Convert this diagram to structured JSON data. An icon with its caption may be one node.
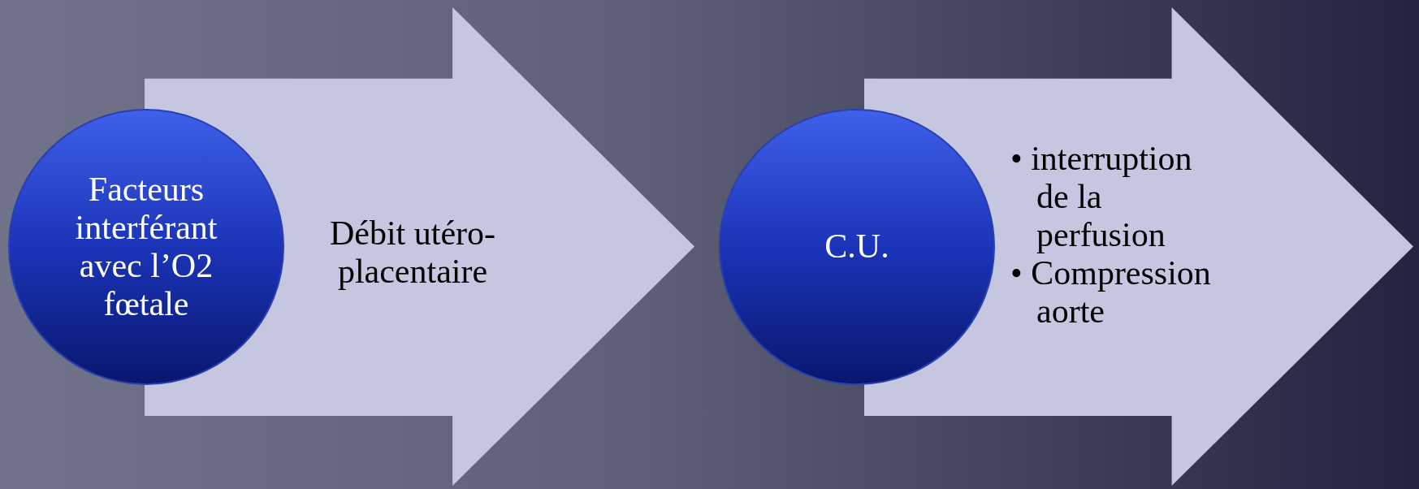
{
  "diagram": {
    "nodes": [
      {
        "text": [
          "Facteurs interférant avec l’O2 fœtale"
        ]
      },
      {
        "text": [
          "Débit utéro-placentaire"
        ]
      },
      {
        "text": [
          "C.U."
        ]
      },
      {
        "text": [
          "• interruption de la perfusion",
          "• Compression aorte"
        ]
      }
    ],
    "edges": []
  }
}
